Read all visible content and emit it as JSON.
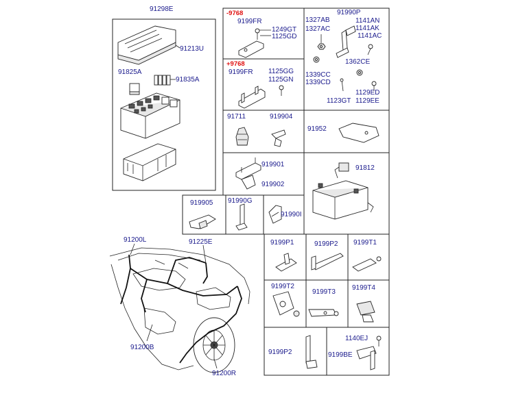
{
  "parts": {
    "p91298E": "91298E",
    "p91213U": "91213U",
    "p91825A": "91825A",
    "p91835A": "91835A",
    "m9768": "-9768",
    "p9199FR_a": "9199FR",
    "p1249GT": "1249GT",
    "p1125GD": "1125GD",
    "p9768": "+9768",
    "p9199FR_b": "9199FR",
    "p1125GG": "1125GG",
    "p1125GN": "1125GN",
    "p1327AB": "1327AB",
    "p1327AC": "1327AC",
    "p91990P": "91990P",
    "p1141AN": "1141AN",
    "p1141AK": "1141AK",
    "p1141AC": "1141AC",
    "p1362CE": "1362CE",
    "p1339CC": "1339CC",
    "p1339CD": "1339CD",
    "p1129ED": "1129ED",
    "p1123GT": "1123GT",
    "p1129EE": "1129EE",
    "p91711": "91711",
    "p919904": "919904",
    "p91952": "91952",
    "p919901": "919901",
    "p919902": "919902",
    "p91812": "91812",
    "p919905": "919905",
    "p91990G": "91990G",
    "p91990I": "91990I",
    "p91200L": "91200L",
    "p91225E": "91225E",
    "p9199P1": "9199P1",
    "p9199P2a": "9199P2",
    "p9199T1": "9199T1",
    "p9199T2": "9199T2",
    "p9199T3": "9199T3",
    "p9199T4": "9199T4",
    "p91200B": "91200B",
    "p91200R": "91200R",
    "p1140EJ": "1140EJ",
    "p9199P2b": "9199P2",
    "p9199BE": "9199BE"
  },
  "colors": {
    "label": "#1a1a8c",
    "highlight": "#e01010",
    "line": "#222222"
  }
}
